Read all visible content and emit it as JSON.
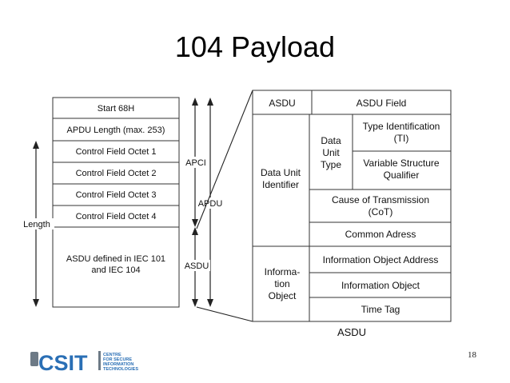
{
  "slide": {
    "title": "104 Payload",
    "page_number": "18",
    "figure_caption": "ASDU"
  },
  "apdu_stack": {
    "rows": [
      "Start 68H",
      "APDU Length (max. 253)",
      "Control Field Octet 1",
      "Control Field Octet 2",
      "Control Field Octet 3",
      "Control Field Octet 4"
    ],
    "asdu_box": [
      "ASDU defined in IEC 101",
      "and IEC 104"
    ],
    "labels": {
      "length": "Length",
      "apci": "APCI",
      "apdu": "APDU",
      "asdu": "ASDU"
    }
  },
  "asdu_table": {
    "header_left": "ASDU",
    "header_right": "ASDU Field",
    "data_unit_identifier": [
      "Data Unit",
      "Identifier"
    ],
    "data_unit_type": [
      "Data",
      "Unit",
      "Type"
    ],
    "type_identification": [
      "Type Identification",
      "(TI)"
    ],
    "variable_structure_qualifier": [
      "Variable Structure",
      "Qualifier"
    ],
    "cause_of_transmission": [
      "Cause of Transmission",
      "(CoT)"
    ],
    "common_address": "Common Adress",
    "information_object": [
      "Informa-",
      "tion",
      "Object"
    ],
    "ioa": "Information Object Address",
    "io": "Information Object",
    "time_tag": "Time Tag"
  },
  "logo": {
    "mark": "CSIT",
    "lines": [
      "CENTRE",
      "FOR SECURE",
      "INFORMATION",
      "TECHNOLOGIES"
    ],
    "colors": {
      "blue": "#2a6fb5",
      "grey": "#6d7a86"
    }
  }
}
